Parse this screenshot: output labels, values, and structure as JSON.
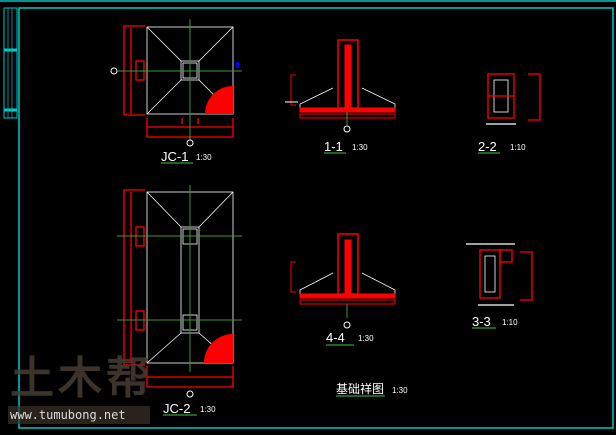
{
  "drawing": {
    "title": "基础祥图",
    "title_scale": "1:30",
    "colors": {
      "frame": "#00c8c8",
      "outline": "#ffffff",
      "dimension": "#ff0000",
      "axis": "#3a9a3a",
      "hatch": "#ff0000"
    },
    "views": [
      {
        "id": "jc1",
        "label": "JC-1",
        "scale": "1:30"
      },
      {
        "id": "s11",
        "label": "1-1",
        "scale": "1:30"
      },
      {
        "id": "s22",
        "label": "2-2",
        "scale": "1:10"
      },
      {
        "id": "jc2",
        "label": "JC-2",
        "scale": "1:30"
      },
      {
        "id": "s44",
        "label": "4-4",
        "scale": "1:30"
      },
      {
        "id": "s33",
        "label": "3-3",
        "scale": "1:10"
      }
    ]
  },
  "watermark": {
    "logo": "土木帮",
    "url": "www.tumubong.net"
  }
}
